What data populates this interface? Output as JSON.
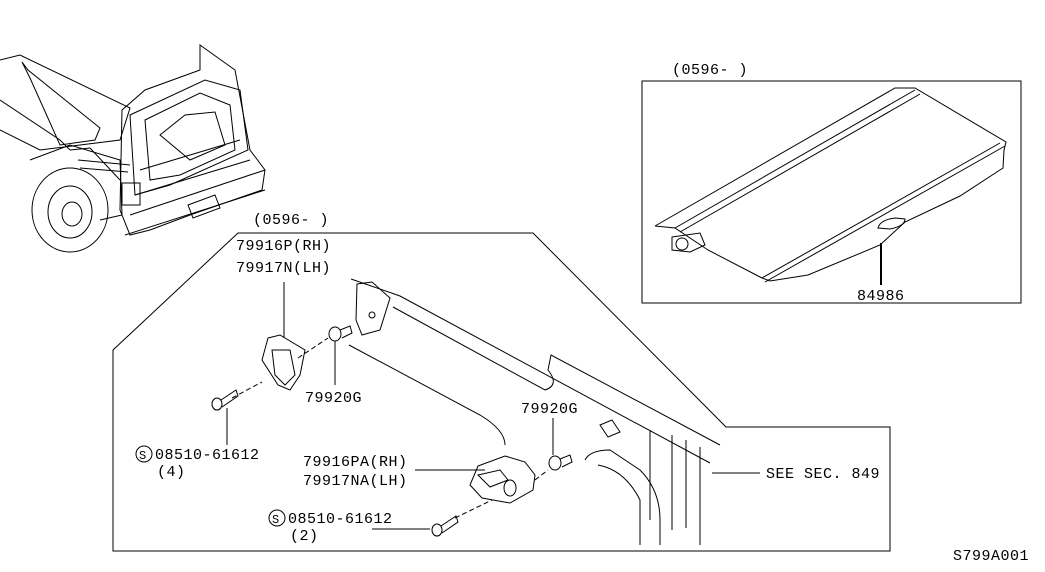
{
  "vehicle_view": {
    "label": "vehicle-rear-cargo-view"
  },
  "cover_panel": {
    "date_range": "(0596-    )",
    "part_number": "84986"
  },
  "hook_panel": {
    "date_range": "(0596-    )",
    "hook_upper_rh": "79916P(RH)",
    "hook_upper_lh": "79917N(LH)",
    "clip_upper": "79920G",
    "clip_lower": "79920G",
    "screw_upper": "08510-61612",
    "screw_upper_qty": "(4)",
    "hook_lower_rh": "79916PA(RH)",
    "hook_lower_lh": "79917NA(LH)",
    "screw_lower": "08510-61612",
    "screw_lower_qty": "(2)",
    "see_section": "SEE SEC. 849",
    "standard_part_symbol": "S"
  },
  "diagram_id": "S799A001"
}
